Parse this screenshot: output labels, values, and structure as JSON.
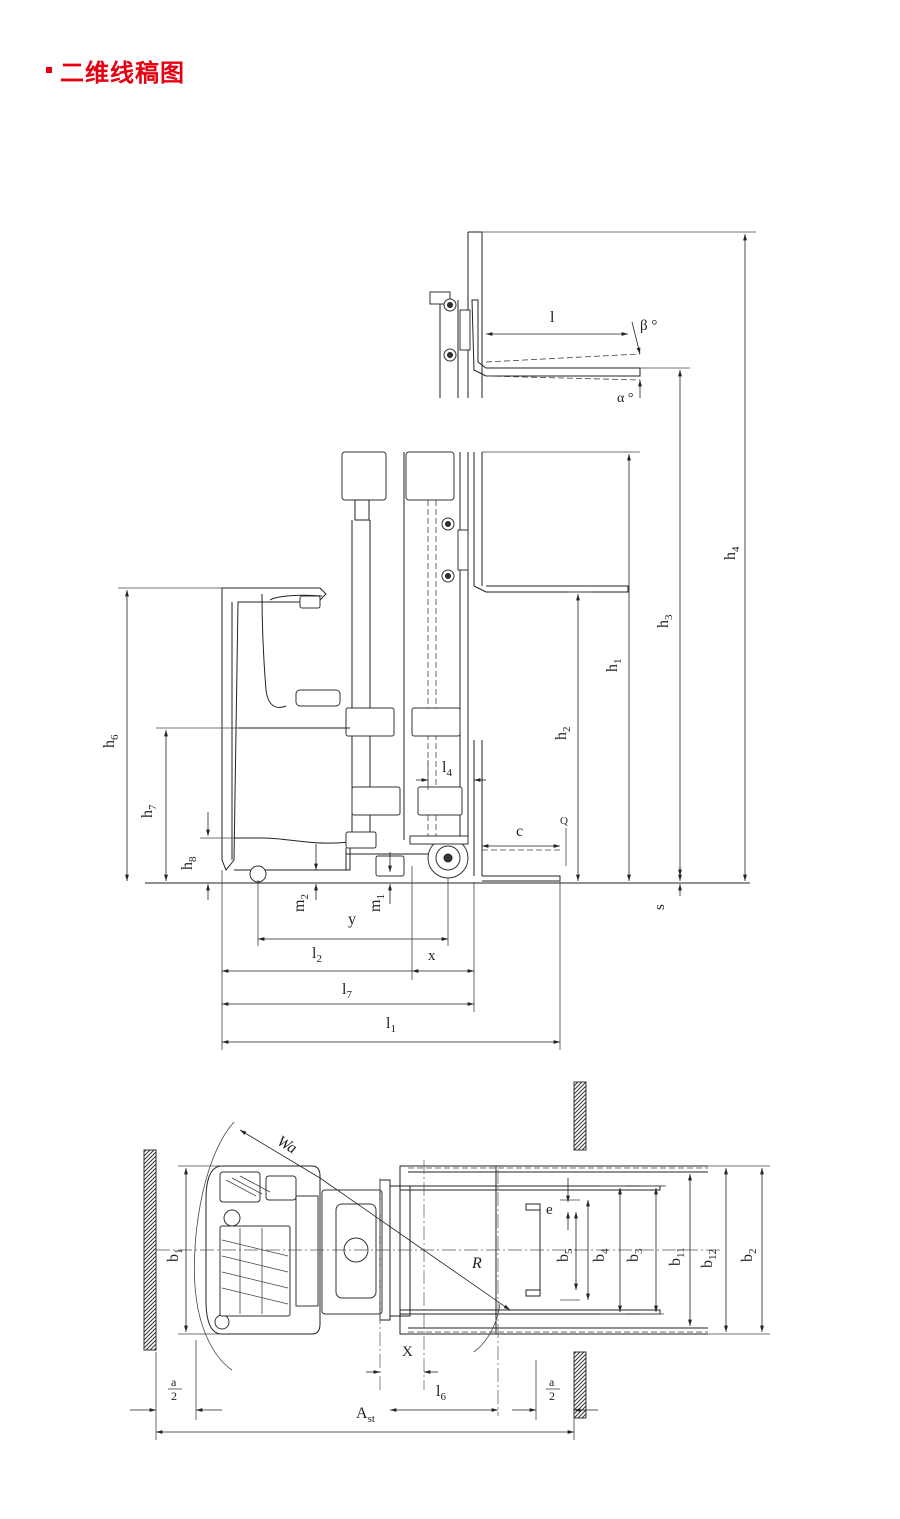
{
  "title": {
    "text": "二维线稿图",
    "color": "#e60012"
  },
  "side_view": {
    "labels": {
      "l": "l",
      "beta": "β °",
      "alpha": "α °",
      "h1": "h",
      "h1_sub": "1",
      "h2": "h",
      "h2_sub": "2",
      "h3": "h",
      "h3_sub": "3",
      "h4": "h",
      "h4_sub": "4",
      "h6": "h",
      "h6_sub": "6",
      "h7": "h",
      "h7_sub": "7",
      "h8": "h",
      "h8_sub": "8",
      "l4": "l",
      "l4_sub": "4",
      "c": "c",
      "q": "Q",
      "s": "s",
      "m2": "m",
      "m2_sub": "2",
      "m1": "m",
      "m1_sub": "1",
      "y": "y",
      "l2": "l",
      "l2_sub": "2",
      "x": "x",
      "l7": "l",
      "l7_sub": "7",
      "l1": "l",
      "l1_sub": "1"
    }
  },
  "top_view": {
    "labels": {
      "wa": "Wa",
      "r": "R",
      "e": "e",
      "b1": "b",
      "b1_sub": "1",
      "b5": "b",
      "b5_sub": "5",
      "b4": "b",
      "b4_sub": "4",
      "b3": "b",
      "b3_sub": "3",
      "b11": "b",
      "b11_sub": "11",
      "b12": "b",
      "b12_sub": "12",
      "b2": "b",
      "b2_sub": "2",
      "x_cap": "X",
      "l6": "l",
      "l6_sub": "6",
      "a_half_num": "a",
      "a_half_den": "2",
      "ast": "A",
      "ast_sub": "st"
    }
  }
}
